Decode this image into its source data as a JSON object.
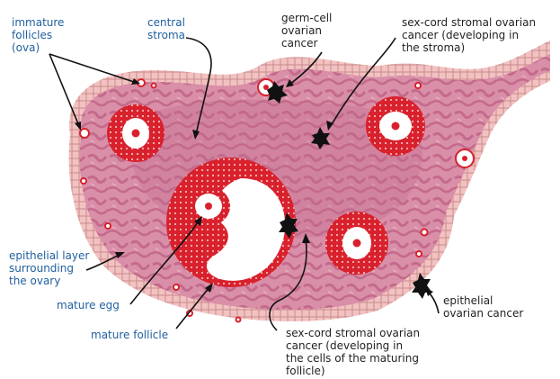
{
  "labels": {
    "immature_follicles": "immature\nfollicles\n(ova)",
    "central_stroma": "central\nstroma",
    "germ_cell_cancer": "germ-cell\novarian\ncancer",
    "sex_cord_stroma": "sex-cord stromal ovarian\ncancer (developing in\nthe stroma)",
    "epithelial_layer": "epithelial layer\nsurrounding\nthe ovary",
    "mature_egg": "mature egg",
    "mature_follicle": "mature follicle",
    "sex_cord_follicle": "sex-cord stromal ovarian\ncancer (developing in\nthe cells of the maturing\nfollicle)",
    "epithelial_cancer": "epithelial\novarian cancer"
  },
  "colors": {
    "label_blue": "#1f5f9e",
    "label_dark": "#231f20",
    "ovary_pink": "#d98fa8",
    "stroma_dark": "#c46a8c",
    "epithelium_cell": "#f2c2c2",
    "epithelium_outline": "#c98b8b",
    "follicle_red": "#d8212d",
    "follicle_dot": "#f7b4b4",
    "egg_white": "#ffffff",
    "tumor_black": "#111111"
  }
}
